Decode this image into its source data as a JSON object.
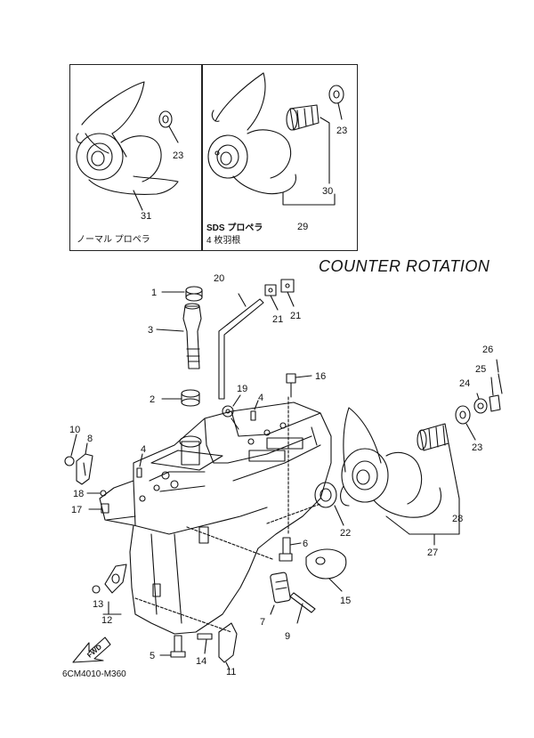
{
  "title": "COUNTER ROTATION",
  "diagram_code": "6CM4010-M360",
  "fwd_label": "FWD",
  "inset_left": {
    "caption": "ノーマル プロペラ",
    "part_numbers": [
      "23",
      "31"
    ]
  },
  "inset_right": {
    "caption_line1": "SDS プロペラ",
    "caption_line2": "4 枚羽根",
    "part_numbers": [
      "23",
      "30",
      "29"
    ]
  },
  "part_numbers": [
    "1",
    "2",
    "3",
    "4",
    "4",
    "5",
    "6",
    "7",
    "8",
    "9",
    "10",
    "11",
    "12",
    "13",
    "14",
    "15",
    "16",
    "17",
    "18",
    "19",
    "20",
    "21",
    "21",
    "22",
    "23",
    "24",
    "25",
    "26",
    "27",
    "28"
  ]
}
